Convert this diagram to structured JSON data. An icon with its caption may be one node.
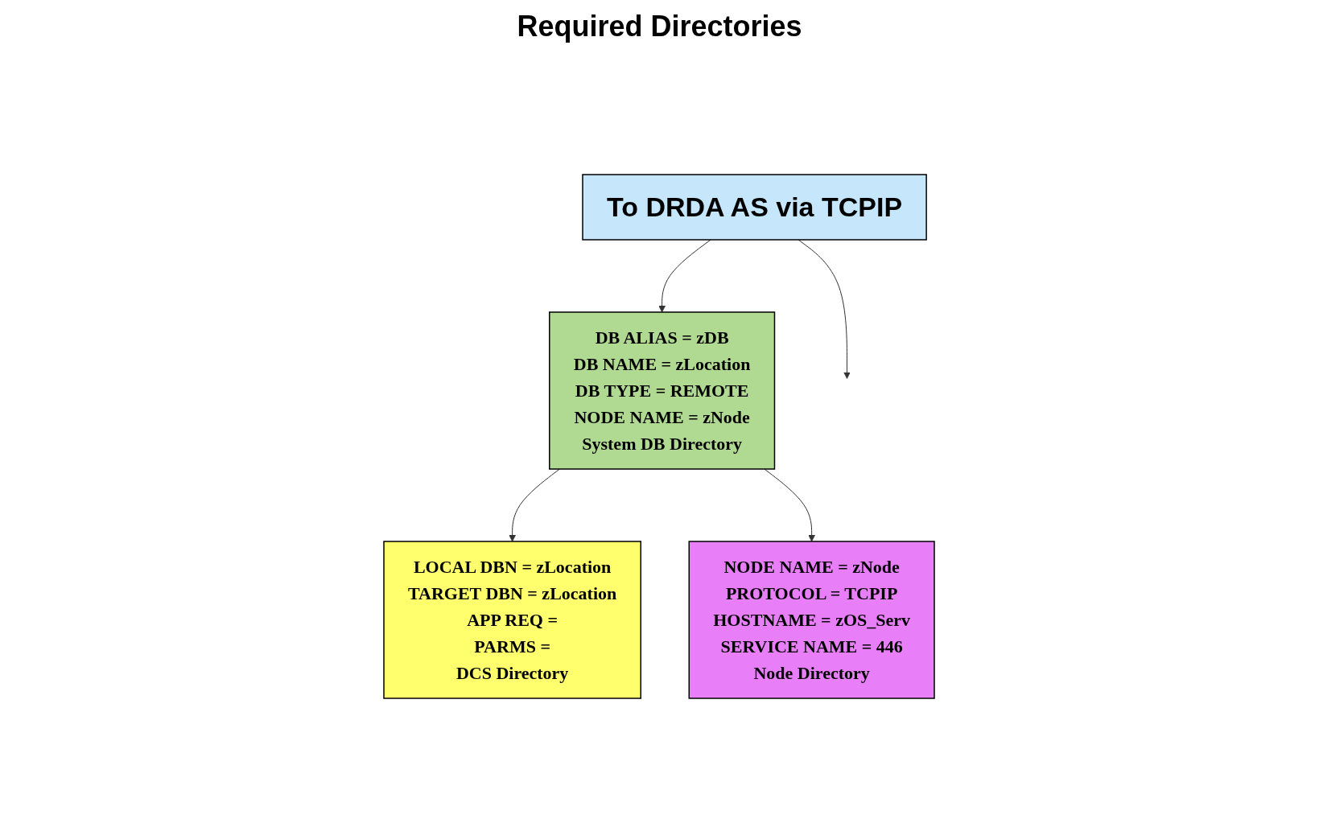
{
  "diagram": {
    "nodes": [
      {
        "text": [
          "To DRDA AS via TCPIP"
        ]
      },
      {
        "text": [
          "DB ALIAS = zDB",
          "DB NAME = zLocation",
          "DB TYPE = REMOTE",
          "NODE NAME = zNode",
          "System DB Directory"
        ]
      },
      {
        "text": [
          "LOCAL DBN = zLocation",
          "TARGET DBN = zLocation",
          "APP REQ =",
          "PARMS =",
          "DCS Directory"
        ]
      },
      {
        "text": [
          "NODE NAME = zNode",
          "PROTOCOL = TCPIP",
          "HOSTNAME = zOS_Serv",
          "SERVICE NAME = 446",
          "Node Directory"
        ]
      }
    ],
    "edges": [
      {
        "from": 0,
        "to": null,
        "arrow": "to"
      },
      {
        "from": 0,
        "to": 1,
        "arrow": "to"
      },
      {
        "from": 1,
        "to": 2,
        "arrow": "to"
      },
      {
        "from": 1,
        "to": 3,
        "arrow": "to"
      }
    ],
    "labels": [
      "Required Directories"
    ]
  }
}
